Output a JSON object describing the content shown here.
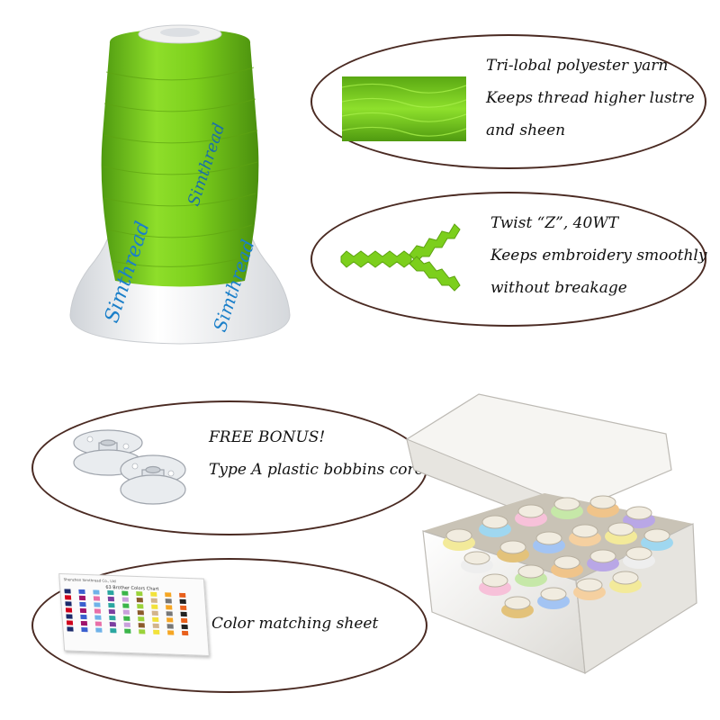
{
  "spool": {
    "brand": "Simthread",
    "thread_color": "#7ccf1c"
  },
  "features": [
    {
      "lines": [
        "Tri-lobal polyester yarn",
        "Keeps thread higher lustre",
        "and sheen"
      ]
    },
    {
      "lines": [
        "Twist “Z”, 40WT",
        "Keeps embroidery smoothly",
        "without breakage"
      ]
    },
    {
      "lines": [
        "FREE BONUS!",
        "Type A plastic bobbins core"
      ]
    },
    {
      "lines": [
        "Color matching sheet"
      ]
    }
  ],
  "chart_sheet": {
    "company": "Shenzhen Simthread Co., Ltd",
    "title": "63 Brother Colors Chart"
  },
  "colors": {
    "outline": "#4a2a22",
    "thread_green": "#7ccf1c",
    "box": "#f4f2ee"
  }
}
